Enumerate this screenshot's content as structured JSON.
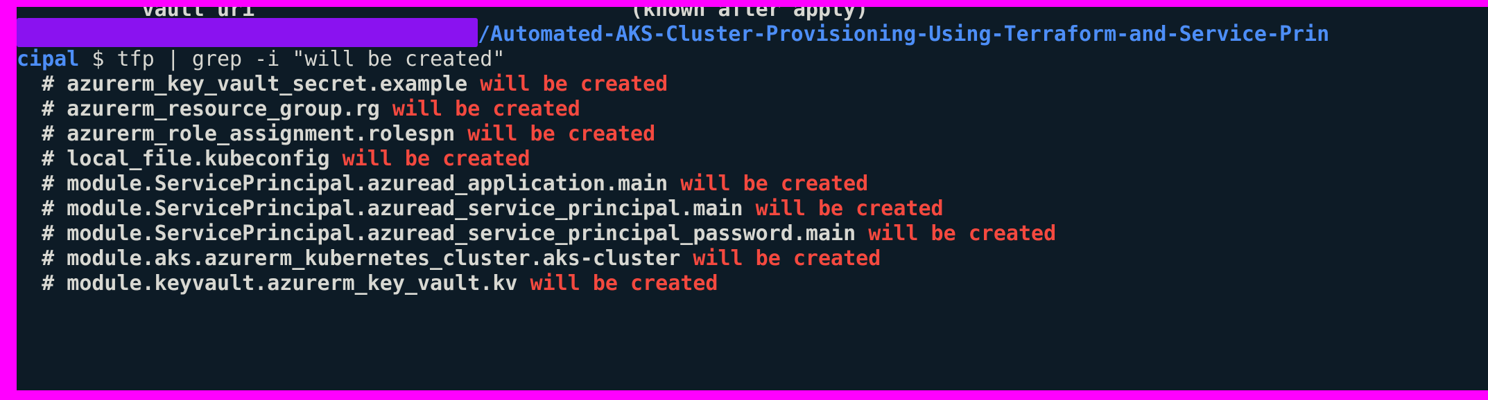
{
  "terminal": {
    "background_color": "#0d1b26",
    "border_color": "#ff00ff",
    "selection_color": "#8a12f0",
    "text_color": "#d8d8d2",
    "path_color": "#4d8ef7",
    "status_color": "#f4493f",
    "scrollback": {
      "key": "          vault_uri",
      "gap": "                              ",
      "value": "(known after apply)"
    },
    "prompt": {
      "path_tail": "/Automated-AKS-Cluster-Provisioning-Using-Terraform-and-Service-Prin",
      "host_wrap": "cipal",
      "dollar": " $ ",
      "command": "tfp | grep -i \"will be created\""
    },
    "results": [
      {
        "hash": "  # ",
        "resource": "azurerm_key_vault_secret.example",
        "space": " ",
        "status": "will be created"
      },
      {
        "hash": "  # ",
        "resource": "azurerm_resource_group.rg",
        "space": " ",
        "status": "will be created"
      },
      {
        "hash": "  # ",
        "resource": "azurerm_role_assignment.rolespn",
        "space": " ",
        "status": "will be created"
      },
      {
        "hash": "  # ",
        "resource": "local_file.kubeconfig",
        "space": " ",
        "status": "will be created"
      },
      {
        "hash": "  # ",
        "resource": "module.ServicePrincipal.azuread_application.main",
        "space": " ",
        "status": "will be created"
      },
      {
        "hash": "  # ",
        "resource": "module.ServicePrincipal.azuread_service_principal.main",
        "space": " ",
        "status": "will be created"
      },
      {
        "hash": "  # ",
        "resource": "module.ServicePrincipal.azuread_service_principal_password.main",
        "space": " ",
        "status": "will be created"
      },
      {
        "hash": "  # ",
        "resource": "module.aks.azurerm_kubernetes_cluster.aks-cluster",
        "space": " ",
        "status": "will be created"
      },
      {
        "hash": "  # ",
        "resource": "module.keyvault.azurerm_key_vault.kv",
        "space": " ",
        "status": "will be created"
      }
    ]
  }
}
